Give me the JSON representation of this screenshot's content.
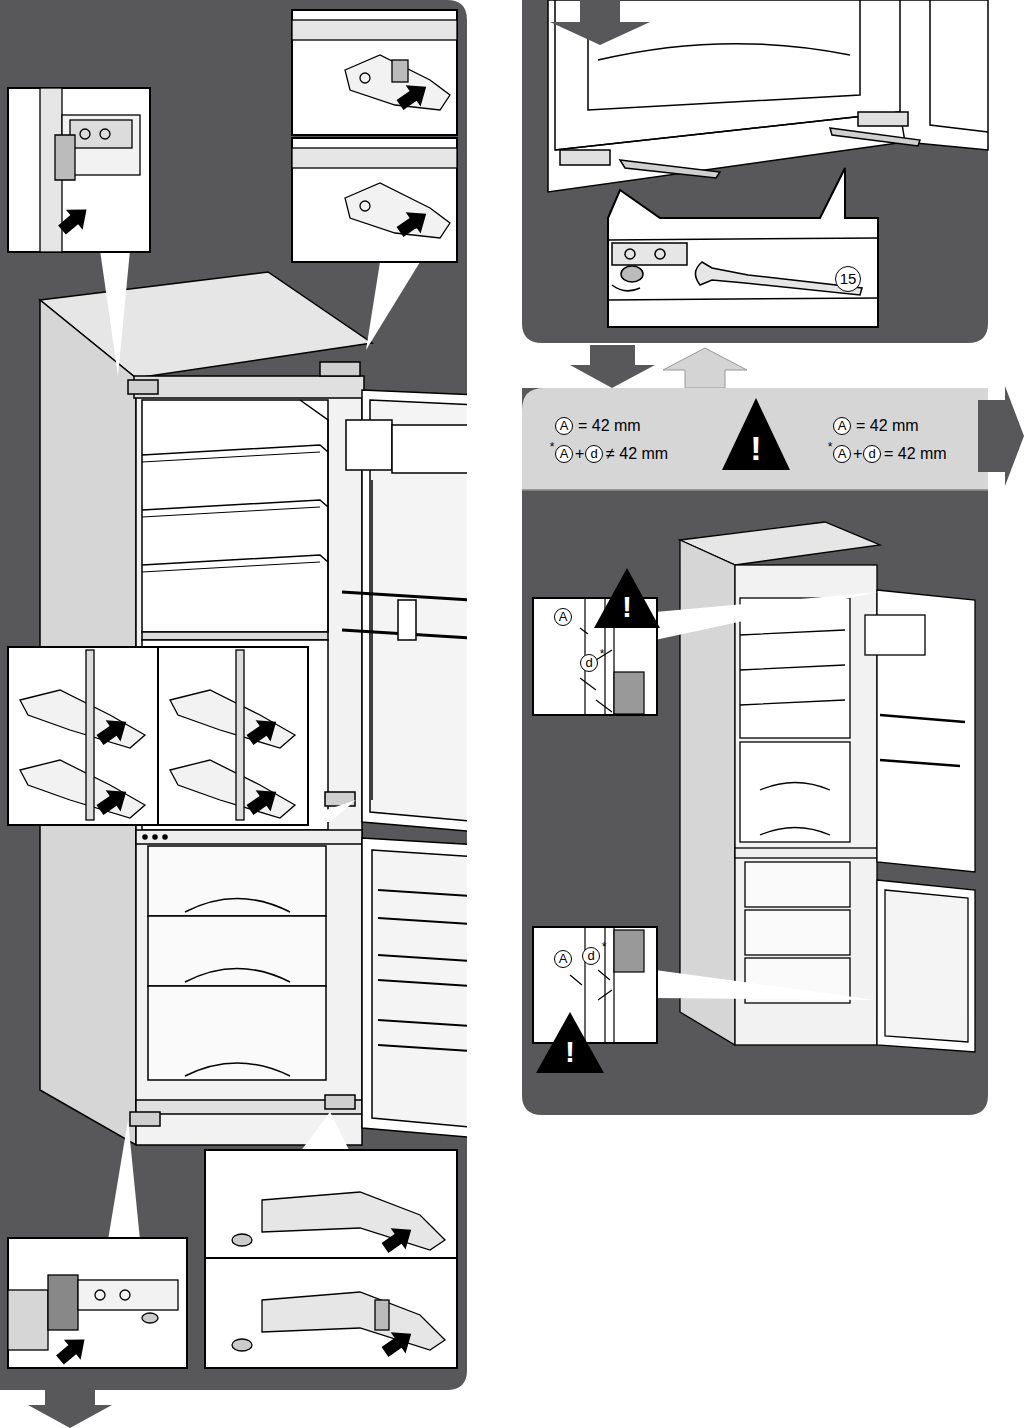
{
  "diagram": {
    "labels": [
      "15",
      "A",
      "= 42 mm",
      "*",
      "A",
      "+",
      "d",
      "≠ 42 mm",
      "!",
      "A",
      "= 42 mm",
      "*",
      "A",
      "+",
      "d",
      "= 42 mm",
      "!",
      "A",
      "d",
      "*",
      "A",
      "d",
      "*",
      "!"
    ]
  }
}
